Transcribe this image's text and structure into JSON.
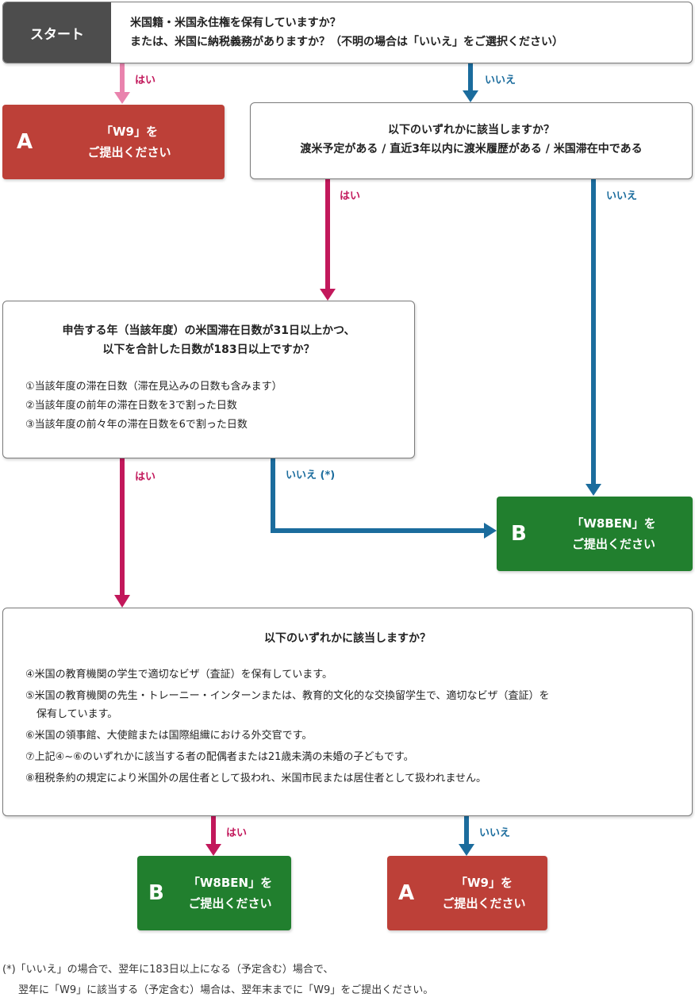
{
  "start": {
    "label": "スタート",
    "question_line1": "米国籍・米国永住権を保有していますか？",
    "question_line2": "または、米国に納税義務がありますか？（不明の場合は「いいえ」をご選択ください）"
  },
  "labels": {
    "yes": "はい",
    "no": "いいえ",
    "no_asterisk": "いいえ (*)"
  },
  "q2": {
    "line1": "以下のいずれかに該当しますか？",
    "line2": "渡米予定がある / 直近3年以内に渡米履歴がある / 米国滞在中である"
  },
  "q3": {
    "line1": "申告する年（当該年度）の米国滞在日数が31日以上かつ、",
    "line2": "以下を合計した日数が183日以上ですか？",
    "items": [
      "①当該年度の滞在日数（滞在見込みの日数も含みます）",
      "②当該年度の前年の滞在日数を3で割った日数",
      "③当該年度の前々年の滞在日数を6で割った日数"
    ]
  },
  "q4": {
    "title": "以下のいずれかに該当しますか？",
    "items": [
      "④米国の教育機関の学生で適切なビザ（査証）を保有しています。",
      "⑤米国の教育機関の先生・トレーニー・インターンまたは、教育的文化的な交換留学生で、適切なビザ（査証）を",
      "保有しています。",
      "⑥米国の領事館、大使館または国際組織における外交官です。",
      "⑦上記④~⑥のいずれかに該当する者の配偶者または21歳未満の未婚の子どもです。",
      "⑧租税条約の規定により米国外の居住者として扱われ、米国市民または居住者として扱われません。"
    ]
  },
  "result_a": {
    "letter": "A",
    "line1": "「W9」を",
    "line2": "ご提出ください"
  },
  "result_b": {
    "letter": "B",
    "line1": "「W8BEN」を",
    "line2": "ご提出ください"
  },
  "footnote": {
    "line1": "(*)「いいえ」の場合で、翌年に183日以上になる（予定含む）場合で、",
    "line2": "翌年に「W9」に該当する（予定含む）場合は、翌年末までに「W9」をご提出ください。"
  },
  "colors": {
    "yes_arrow": "#c2185b",
    "yes_arrow_light": "#e983ad",
    "no_arrow": "#1b6c9d",
    "result_a": "#bd4038",
    "result_b": "#217f2e"
  }
}
